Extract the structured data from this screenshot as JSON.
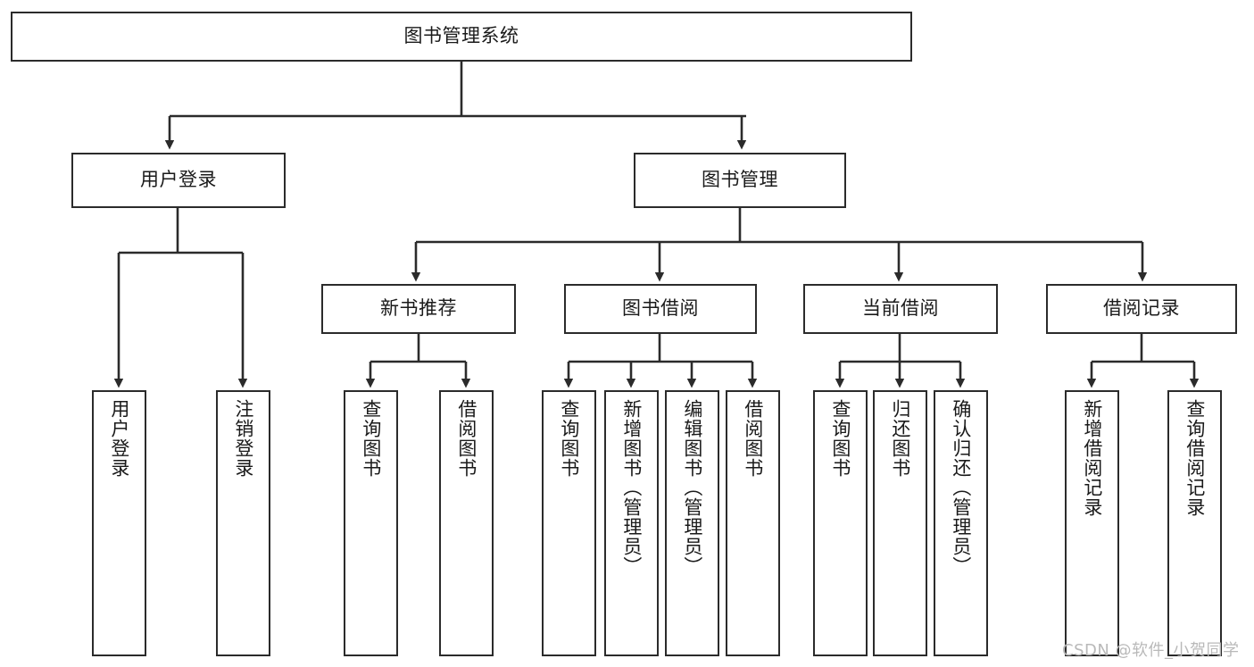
{
  "diagram": {
    "title": "图书管理系统",
    "type": "tree-hierarchy-flowchart",
    "colors": {
      "box_border": "#2b2b2b",
      "box_fill": "#ffffff",
      "connector": "#2b2b2b",
      "text": "#1a1a1a",
      "watermark": "#b9b9b9",
      "background": "#ffffff"
    },
    "root": {
      "label": "图书管理系统"
    },
    "level2": [
      {
        "label": "用户登录"
      },
      {
        "label": "图书管理"
      }
    ],
    "level3": [
      {
        "label": "新书推荐"
      },
      {
        "label": "图书借阅"
      },
      {
        "label": "当前借阅"
      },
      {
        "label": "借阅记录"
      }
    ],
    "leaves": {
      "user_login": [
        {
          "label": "用户登录"
        },
        {
          "label": "注销登录"
        }
      ],
      "new_book_recommend": [
        {
          "label": "查询图书"
        },
        {
          "label": "借阅图书"
        }
      ],
      "book_borrow": [
        {
          "label": "查询图书"
        },
        {
          "label": "新增图书（管理员）"
        },
        {
          "label": "编辑图书（管理员）"
        },
        {
          "label": "借阅图书"
        }
      ],
      "current_borrow": [
        {
          "label": "查询图书"
        },
        {
          "label": "归还图书"
        },
        {
          "label": "确认归还（管理员）"
        }
      ],
      "borrow_record": [
        {
          "label": "新增借阅记录"
        },
        {
          "label": "查询借阅记录"
        }
      ]
    },
    "watermark": "CSDN @软件_小贺同学"
  }
}
